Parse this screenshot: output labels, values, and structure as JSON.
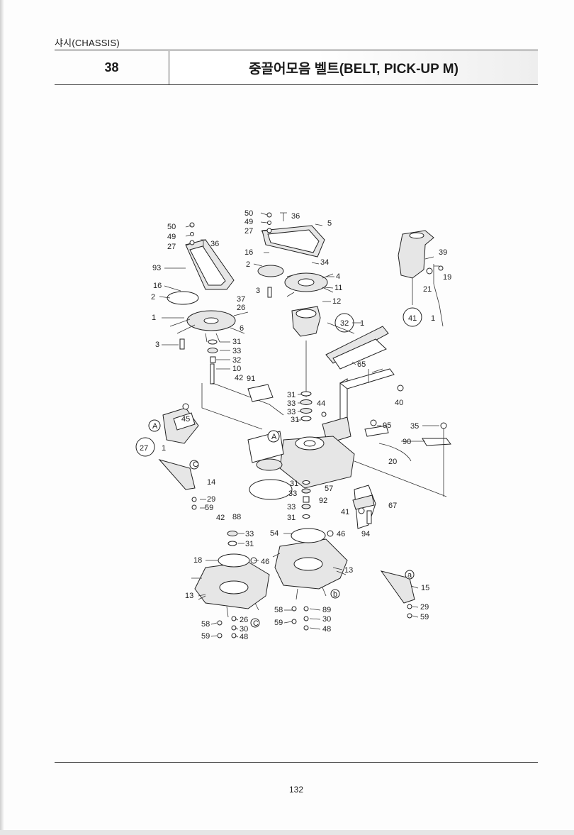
{
  "header": {
    "section": "샤시(CHASSIS)",
    "figure_no": "38",
    "title": "중끌어모음 벨트(BELT, PICK-UP M)"
  },
  "footer": {
    "page_number": "132"
  },
  "callouts": [
    "50",
    "49",
    "27",
    "36",
    "5",
    "50",
    "49",
    "27",
    "36",
    "93",
    "16",
    "2",
    "16",
    "2",
    "34",
    "4",
    "11",
    "12",
    "3",
    "37",
    "26",
    "1",
    "6",
    "3",
    "31",
    "33",
    "32",
    "10",
    "42",
    "91",
    "39",
    "19",
    "21",
    "41",
    "1",
    "32",
    "1",
    "65",
    "40",
    "31",
    "33",
    "44",
    "33",
    "31",
    "95",
    "35",
    "90",
    "20",
    "A",
    "45",
    "A",
    "27",
    "1",
    "C",
    "14",
    "29",
    "59",
    "42",
    "88",
    "31",
    "33",
    "57",
    "92",
    "33",
    "31",
    "41",
    "67",
    "94",
    "33",
    "31",
    "54",
    "46",
    "18",
    "46",
    "13",
    "13",
    "b",
    "58",
    "89",
    "59",
    "30",
    "48",
    "58",
    "26",
    "30",
    "59",
    "48",
    "C",
    "a",
    "15",
    "29",
    "59"
  ]
}
